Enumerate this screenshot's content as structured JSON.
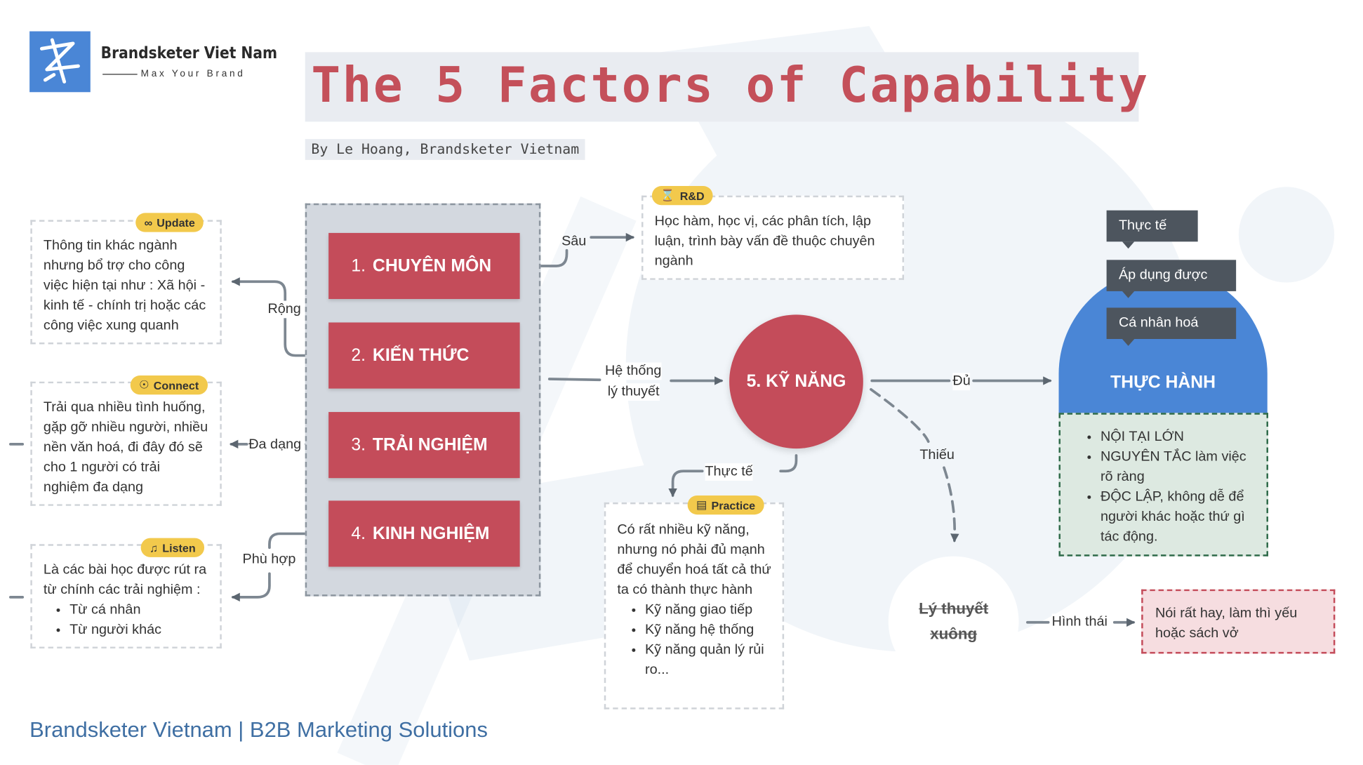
{
  "brand": {
    "name": "Brandsketer Viet Nam",
    "tagline": "Max Your Brand"
  },
  "title": "The 5 Factors of Capability",
  "byline": "By Le Hoang, Brandsketer Vietnam",
  "factors": [
    {
      "num": "1.",
      "label": "CHUYÊN MÔN"
    },
    {
      "num": "2.",
      "label": "KIẾN THỨC"
    },
    {
      "num": "3.",
      "label": "TRẢI NGHIỆM"
    },
    {
      "num": "4.",
      "label": "KINH NGHIỆM"
    }
  ],
  "skill": {
    "label": "5. KỸ NĂNG"
  },
  "rd": {
    "badge": "R&D",
    "text": "Học hàm, học vị, các phân tích, lập luận, trình bày vấn đề thuộc chuyên ngành"
  },
  "update": {
    "badge": "Update",
    "text": "Thông tin khác ngành nhưng bổ trợ cho công việc hiện tại như : Xã hội - kinh tế - chính trị hoặc các công việc xung quanh"
  },
  "connect": {
    "badge": "Connect",
    "text": "Trải qua nhiều tình huống, gặp gỡ nhiều người, nhiều nền văn hoá, đi đây đó sẽ cho 1 người có trải nghiệm đa dạng"
  },
  "listen": {
    "badge": "Listen",
    "text": "Là các bài học được rút ra từ chính các trải nghiệm :",
    "items": [
      "Từ cá nhân",
      "Từ người khác"
    ]
  },
  "practice": {
    "badge": "Practice",
    "text": "Có rất nhiều kỹ năng, nhưng nó phải đủ mạnh để chuyển hoá tất cả thứ ta có thành thực hành",
    "items": [
      "Kỹ năng giao tiếp",
      "Kỹ năng hệ thống",
      "Kỹ năng quản lý rủi ro..."
    ]
  },
  "thuc_hanh": {
    "label": "THỰC HÀNH",
    "tips": [
      "Thực tế",
      "Áp dụng được",
      "Cá nhân hoá"
    ],
    "items": [
      "NỘI TẠI LỚN",
      "NGUYÊN TẮC làm việc rõ ràng",
      "ĐỘC LẬP, không dễ để người khác hoặc thứ gì tác động."
    ]
  },
  "ly_thuyet": {
    "line1": "Lý thuyết",
    "line2": "xuông"
  },
  "pink": {
    "text": "Nói rất hay, làm thì yếu hoặc sách vở"
  },
  "edges": {
    "sau": "Sâu",
    "rong": "Rộng",
    "da_dang": "Đa dạng",
    "phu_hop": "Phù hợp",
    "he_thong_1": "Hệ thống",
    "he_thong_2": "lý thuyết",
    "thuc_te": "Thực tế",
    "du": "Đủ",
    "thieu": "Thiếu",
    "hinh_thai": "Hình thái"
  },
  "footer": "Brandsketer Vietnam | B2B Marketing Solutions",
  "colors": {
    "accent_red": "#c44c5a",
    "blue": "#4a86d6",
    "dark_tip": "#4d555e",
    "badge": "#f2c94c",
    "footer": "#3f6fa3"
  }
}
